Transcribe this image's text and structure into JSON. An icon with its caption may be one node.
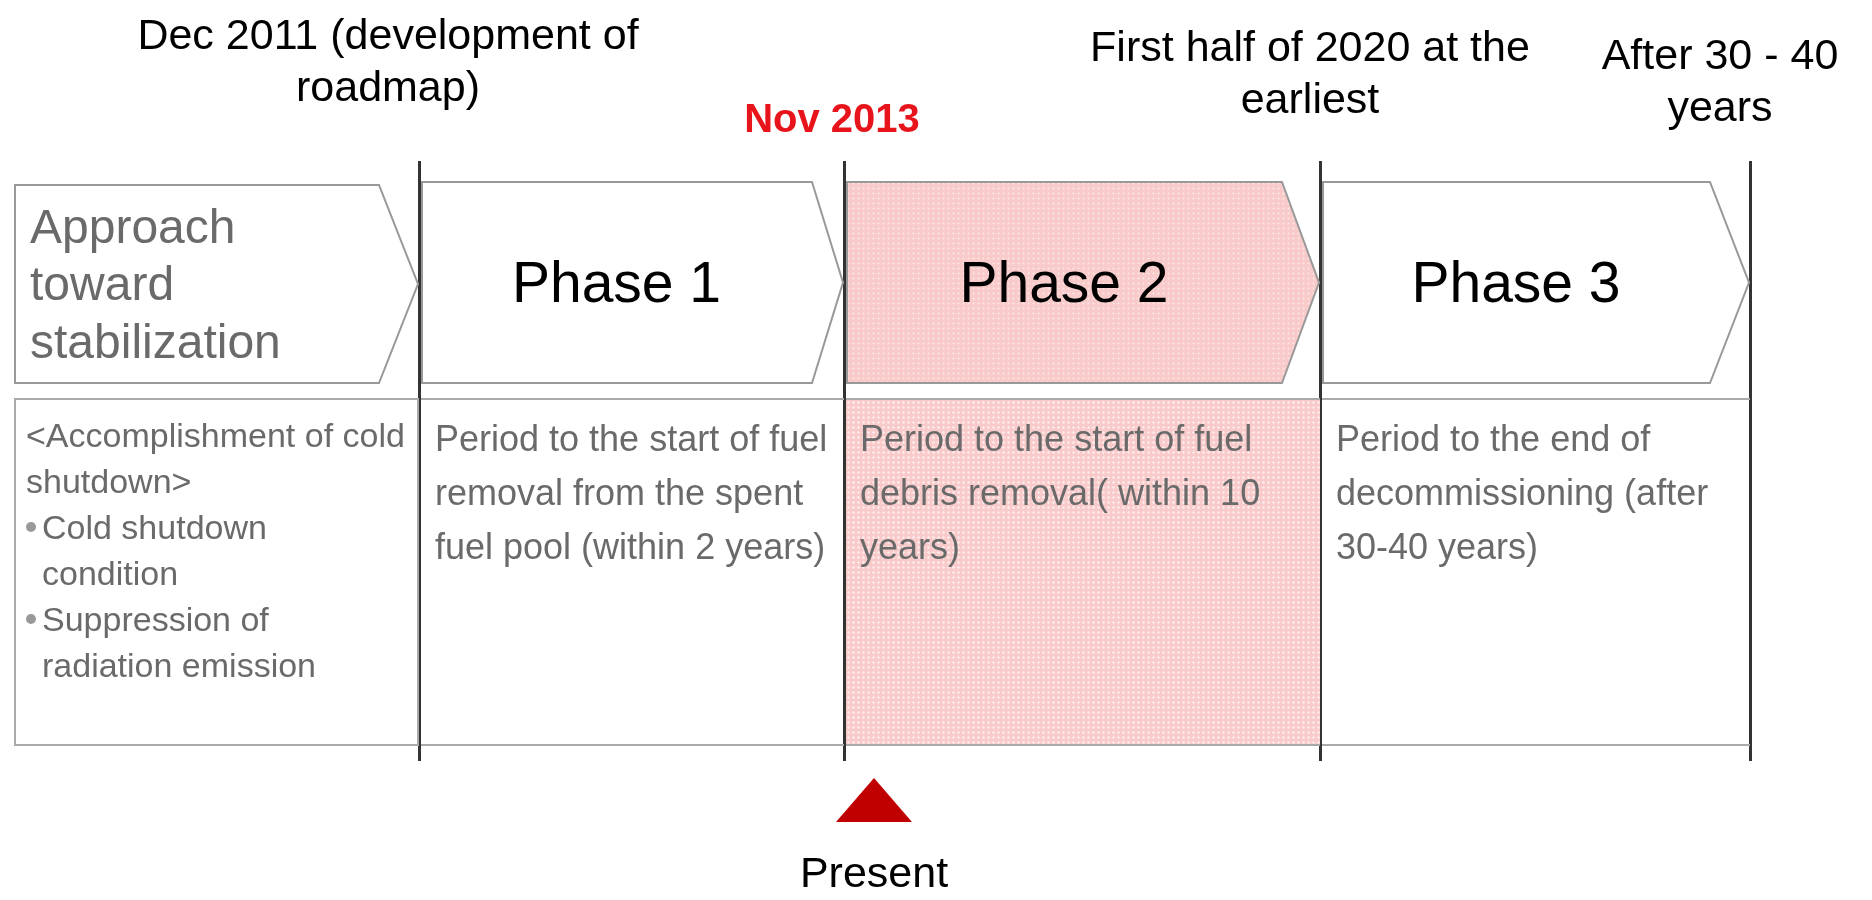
{
  "diagram": {
    "nodes": [
      {
        "text": [
          "Approach toward stabilization"
        ]
      },
      {
        "text": [
          "Phase 1"
        ]
      },
      {
        "text": [
          "Phase 2"
        ]
      },
      {
        "text": [
          "Phase 3"
        ]
      },
      {
        "text": [
          "<Accomplishment of cold shutdown>",
          "Cold shutdown condition",
          "Suppression of radiation emission"
        ]
      },
      {
        "text": [
          "Period to the start of fuel removal from the spent fuel pool (within 2 years)"
        ]
      },
      {
        "text": [
          "Period to the start of fuel debris removal( within 10 years)"
        ]
      },
      {
        "text": [
          "Period to the end of decommissioning (after 30-40 years)"
        ]
      }
    ],
    "labels": [
      "Dec 2011 (development of roadmap)",
      "Nov 2013",
      "First half of 2020 at the earliest",
      "After 30 - 40 years",
      "Present"
    ]
  }
}
